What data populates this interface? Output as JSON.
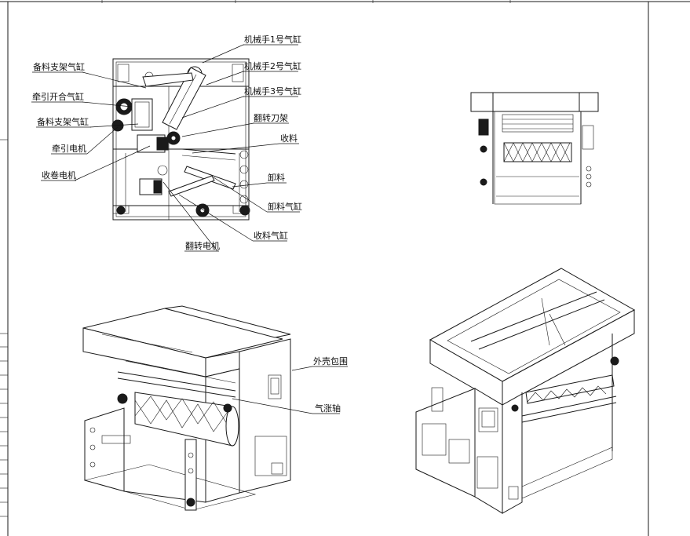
{
  "labels": {
    "cyl1": "机械手1号气缸",
    "cyl2": "机械手2号气缸",
    "cyl3": "机械手3号气缸",
    "flip_knife": "翻转刀架",
    "collect": "收料",
    "unload": "卸料",
    "unload_cyl": "卸料气缸",
    "collect_cyl": "收料气缸",
    "flip_motor": "翻转电机",
    "wind_motor": "收卷电机",
    "pull_motor": "牵引电机",
    "stock_cyl_a": "备料支架气缸",
    "pull_open_cyl": "牵引开合气缸",
    "stock_cyl_b": "备料支架气缸",
    "shell": "外壳包围",
    "air_shaft": "气涨轴"
  }
}
